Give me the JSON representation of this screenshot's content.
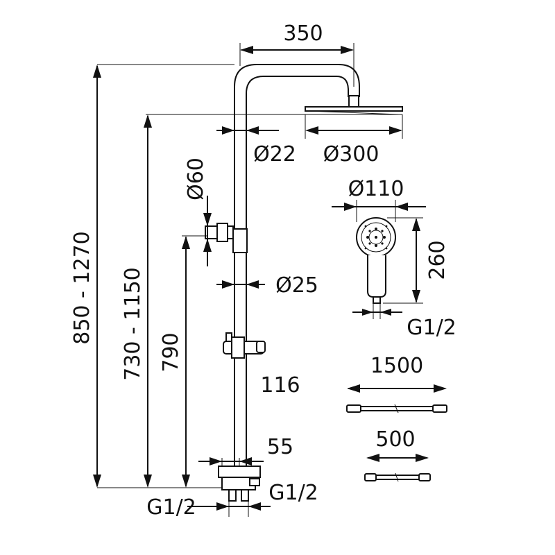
{
  "drawing": {
    "labels": {
      "overhead_width": "350",
      "pipe_upper_diameter": "Ø22",
      "head_shower_diameter": "Ø300",
      "holder_diameter": "Ø60",
      "pipe_lower_diameter": "Ø25",
      "hand_shower_diameter": "Ø110",
      "hand_shower_length": "260",
      "hand_shower_thread": "G1/2",
      "slider_size": "116",
      "total_height": "850 - 1270",
      "head_height": "730 - 1150",
      "holder_height": "790",
      "valve_width": "55",
      "inlet_thread_left": "G1/2",
      "outlet_thread_right": "G1/2",
      "hose_long": "1500",
      "hose_short": "500"
    }
  }
}
